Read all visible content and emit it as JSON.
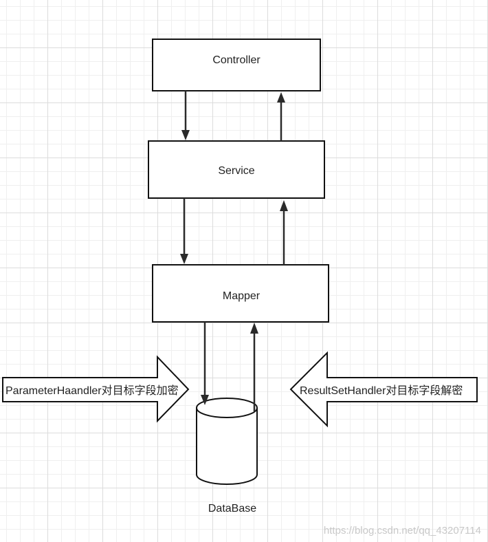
{
  "nodes": {
    "controller": "Controller",
    "service": "Service",
    "mapper": "Mapper",
    "database": "DataBase"
  },
  "notes": {
    "encrypt": "ParameterHaandler对目标字段加密",
    "decrypt": "ResultSetHandler对目标字段解密"
  },
  "watermark": "https://blog.csdn.net/qq_43207114",
  "colors": {
    "stroke": "#111111",
    "grid": "#dcdcdc"
  }
}
